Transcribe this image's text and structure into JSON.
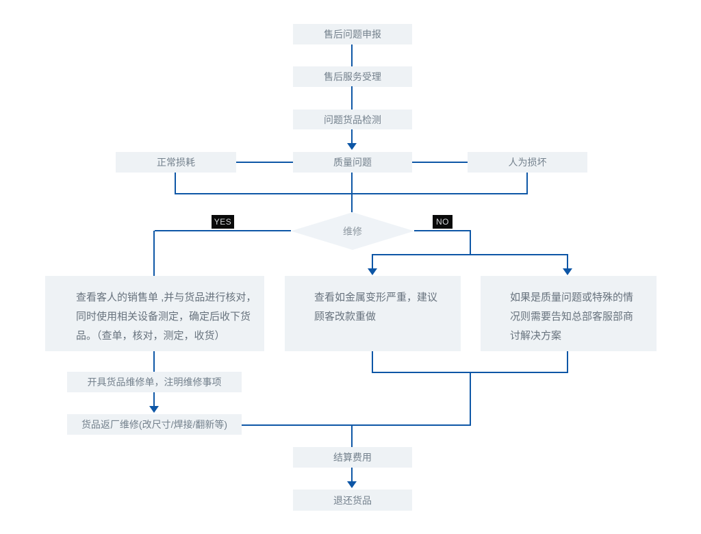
{
  "flow": {
    "title_note": "after-sales repair flowchart",
    "nodes": {
      "declare": "售后问题申报",
      "accept": "售后服务受理",
      "inspect": "问题货品检测",
      "normal_wear": "正常损耗",
      "quality_issue": "质量问题",
      "human_damage": "人为损坏",
      "repair_decision": "维修",
      "yes_label": "YES",
      "no_label": "NO",
      "check_sales": [
        "查看客人的销售单 ,并与货品进行核对，",
        "同时使用相关设备测定，确定后收下货",
        "品。（查单，核对，测定，收货）"
      ],
      "severe_deform": [
        "查看如金属变形严重，建议",
        "顾客改款重做"
      ],
      "hq_consult": [
        "如果是质量问题或特殊的情",
        "况则需要告知总部客服部商",
        "讨解决方案"
      ],
      "issue_order": "开具货品维修单，注明维修事项",
      "return_factory": "货品返厂维修(改尺寸/焊接/翻新等)",
      "settle_fee": "结算费用",
      "return_goods": "退还货品"
    },
    "colors": {
      "node_bg": "#eef2f5",
      "node_text": "#73808c",
      "line": "#0d56a6",
      "badge_bg": "#0a0a0a",
      "badge_text": "#d2d5d8"
    }
  }
}
